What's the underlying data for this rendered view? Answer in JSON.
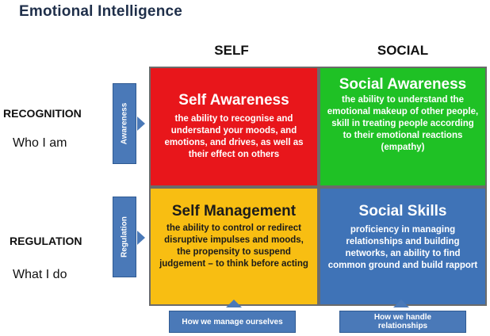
{
  "title": "Emotional Intelligence",
  "columns": {
    "self": "SELF",
    "social": "SOCIAL"
  },
  "rows": {
    "recognition": {
      "label": "RECOGNITION",
      "sub": "Who I am",
      "tab": "Awareness"
    },
    "regulation": {
      "label": "REGULATION",
      "sub": "What I do",
      "tab": "Regulation"
    }
  },
  "quadrants": {
    "self_awareness": {
      "title": "Self Awareness",
      "body": "the ability to recognise and understand your moods, and emotions, and drives, as well as their effect on others",
      "color": "#e8161b"
    },
    "social_awareness": {
      "title": "Social Awareness",
      "body": "the ability to understand the emotional makeup of other people, skill in treating people according to their emotional reactions (empathy)",
      "color": "#1fc125"
    },
    "self_management": {
      "title": "Self Management",
      "body": "the ability to control or redirect disruptive impulses and moods, the propensity to suspend judgement – to think before acting",
      "color": "#f8be12"
    },
    "social_skills": {
      "title": "Social Skills",
      "body": "proficiency in managing relationships and building networks, an ability to find common ground and build rapport",
      "color": "#3f73b7"
    }
  },
  "bottom_tabs": {
    "self": "How we manage ourselves",
    "social": "How we handle relationships"
  },
  "accent_color": "#4a79b8"
}
